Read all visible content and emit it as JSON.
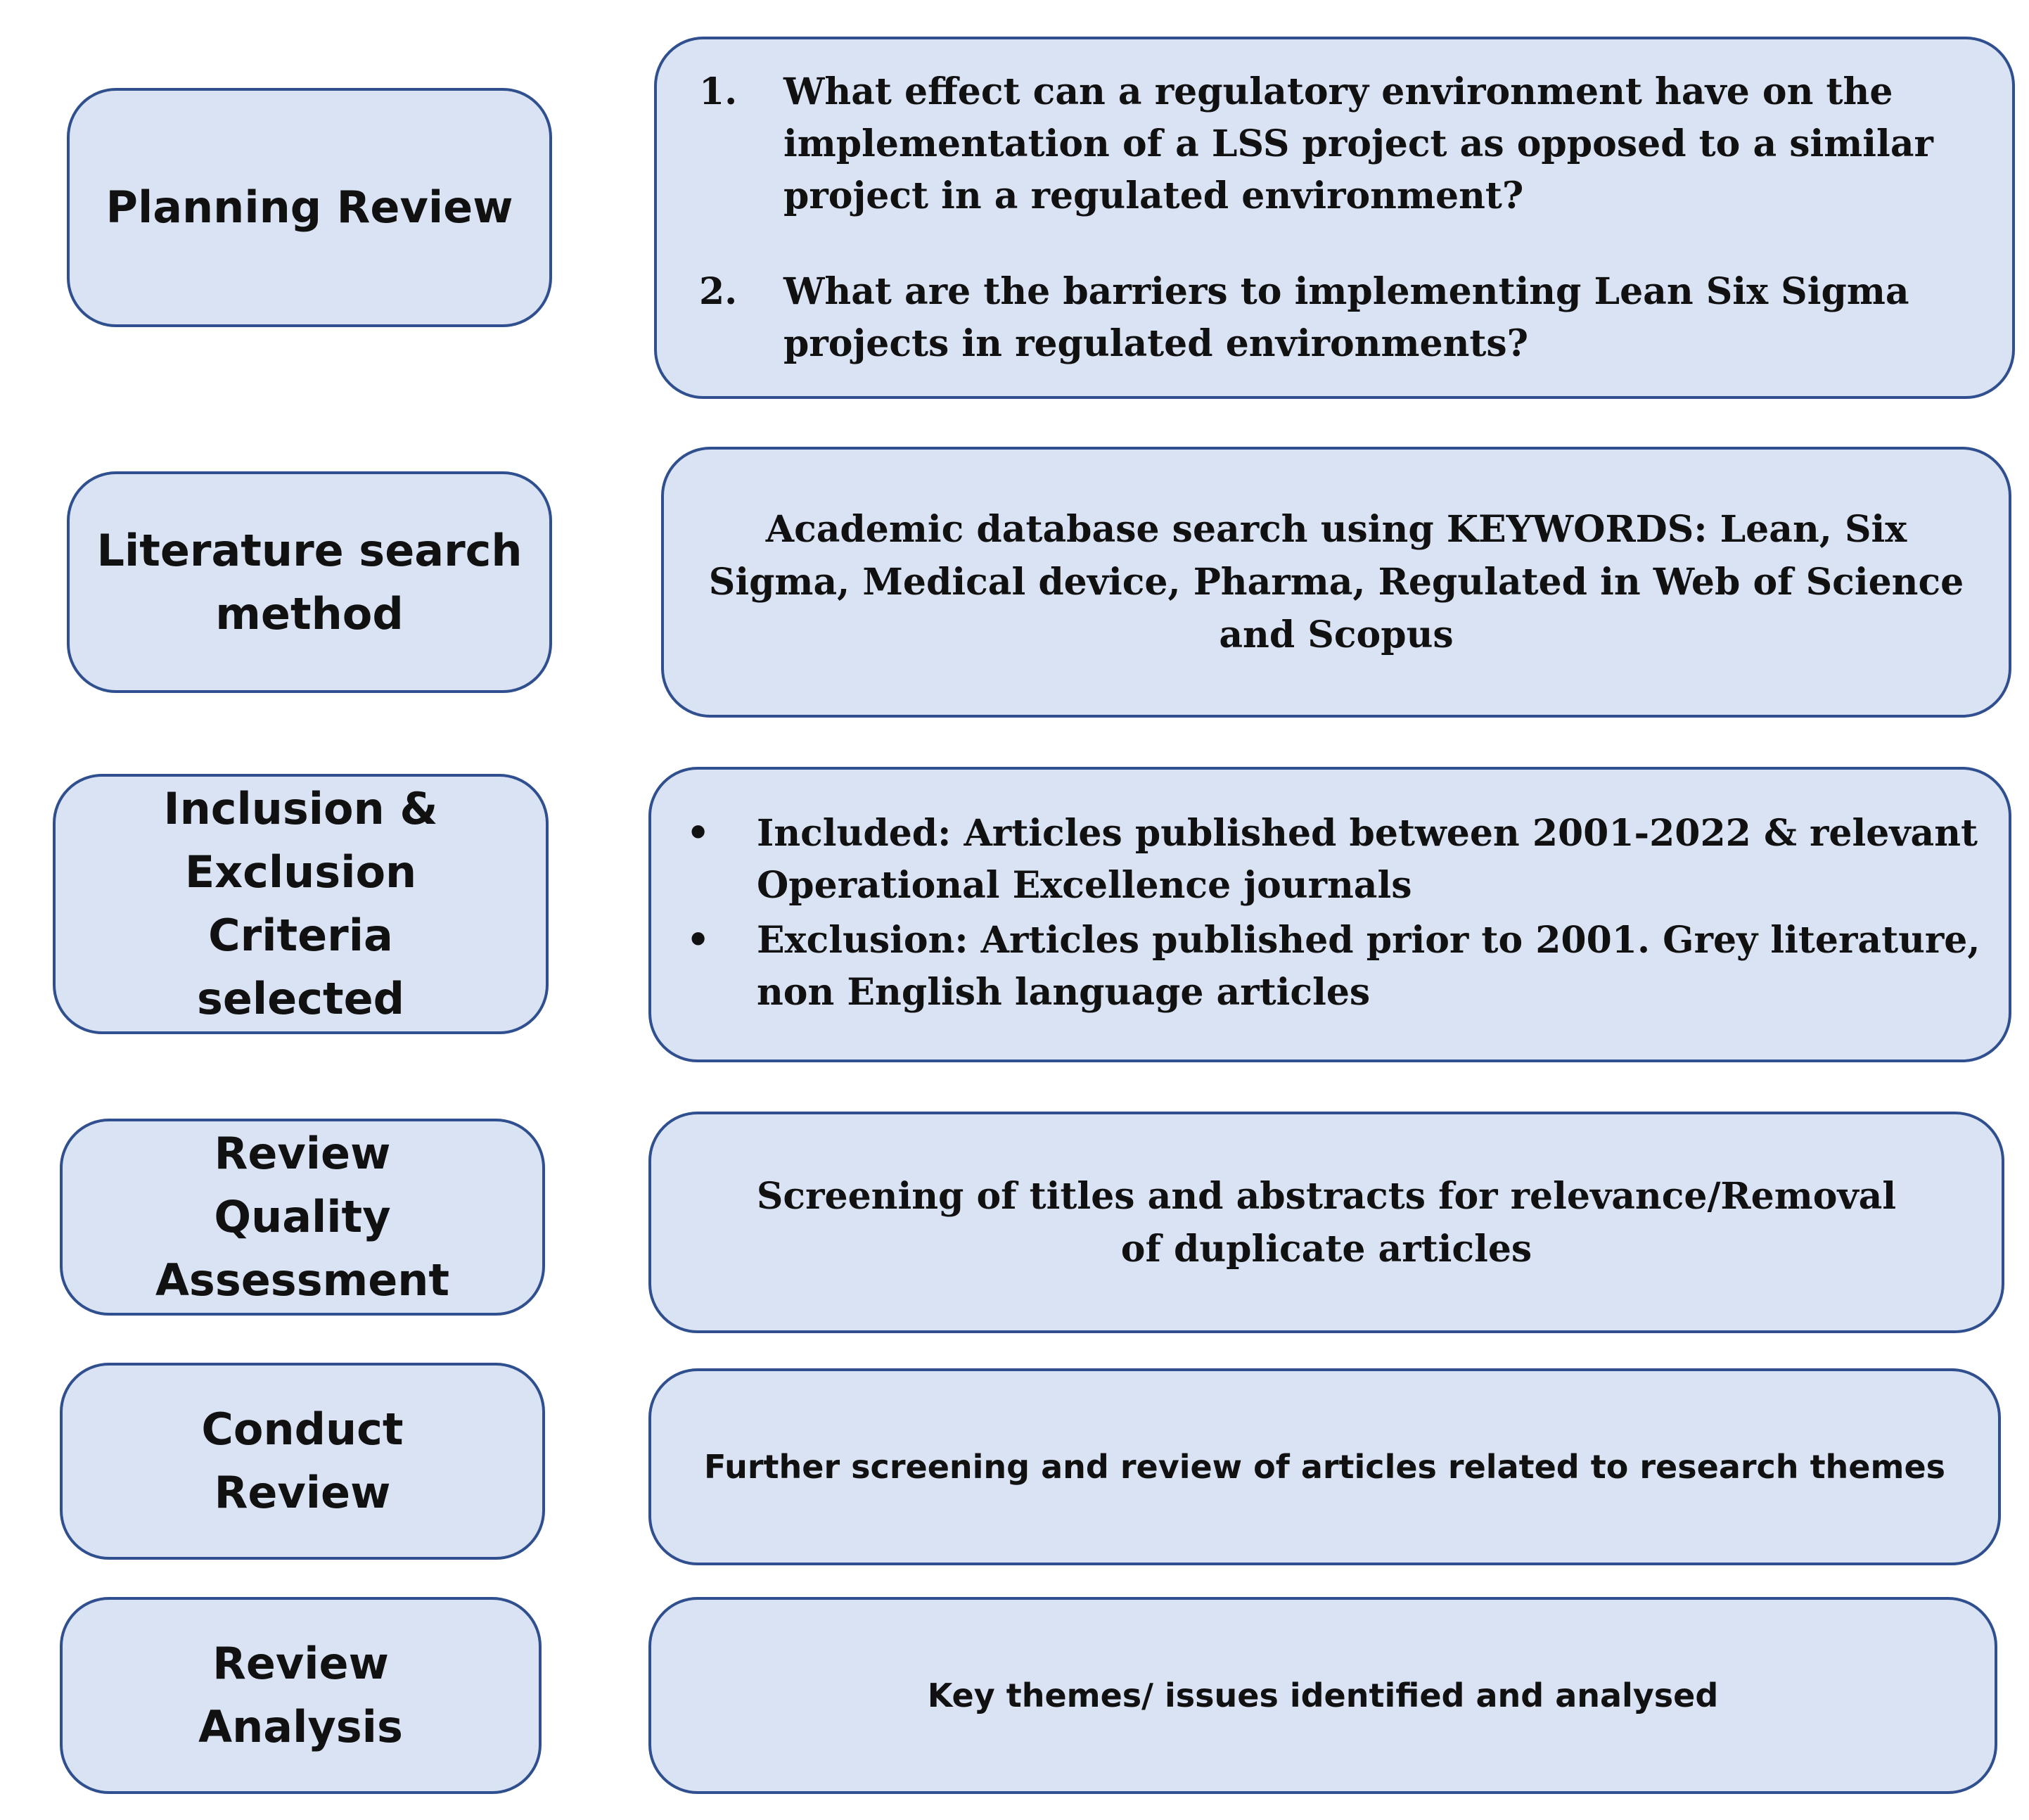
{
  "stages": [
    {
      "label": "Planning Review"
    },
    {
      "label": "Literature search method"
    },
    {
      "label": "Inclusion & Exclusion Criteria selected"
    },
    {
      "label": "Review Quality Assessment"
    },
    {
      "label": "Conduct Review"
    },
    {
      "label": "Review Analysis"
    }
  ],
  "details": {
    "planning": {
      "items": [
        {
          "marker": "1.",
          "text": "What effect can a regulatory environment have on the implementation of a LSS project as opposed to a similar project in a regulated environment?"
        },
        {
          "marker": "2.",
          "text": "What are the barriers to implementing Lean Six Sigma projects in regulated environments?"
        }
      ]
    },
    "literature": {
      "text": "Academic database search using KEYWORDS: Lean, Six Sigma, Medical device, Pharma, Regulated in  Web of Science and Scopus"
    },
    "criteria": {
      "items": [
        {
          "marker": "•",
          "text": "Included: Articles published between 2001-2022 & relevant Operational Excellence journals"
        },
        {
          "marker": "•",
          "text": "Exclusion: Articles published prior to 2001. Grey literature, non English language articles"
        }
      ]
    },
    "quality": {
      "text": "Screening of titles and abstracts for relevance/Removal of duplicate articles"
    },
    "conduct": {
      "text": "Further screening and review of articles related to research themes"
    },
    "analysis": {
      "text": "Key themes/ issues identified and analysed"
    }
  }
}
